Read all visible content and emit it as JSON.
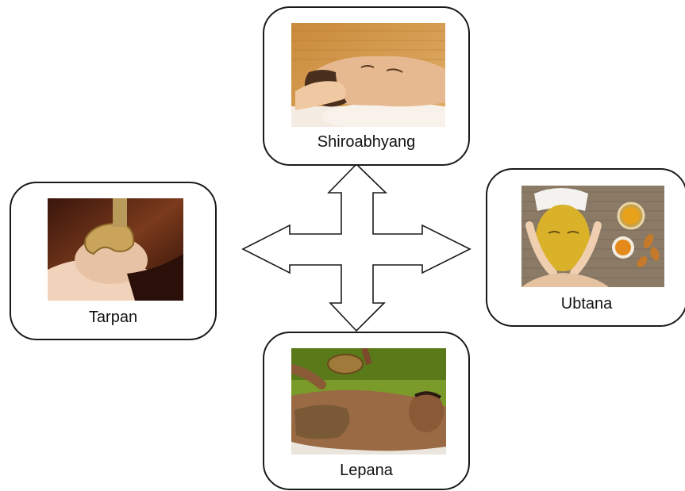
{
  "diagram": {
    "nodes": [
      {
        "id": "top",
        "label": "Shiroabhyang",
        "image": "head-massage-photo"
      },
      {
        "id": "left",
        "label": "Tarpan",
        "image": "eye-tarpan-photo"
      },
      {
        "id": "right",
        "label": "Ubtana",
        "image": "turmeric-face-mask-photo"
      },
      {
        "id": "bottom",
        "label": "Lepana",
        "image": "body-herbal-paste-photo"
      }
    ],
    "connector": "four-way-arrow",
    "colors": {
      "border": "#1a1a1a",
      "arrow_fill": "#ffffff"
    }
  }
}
